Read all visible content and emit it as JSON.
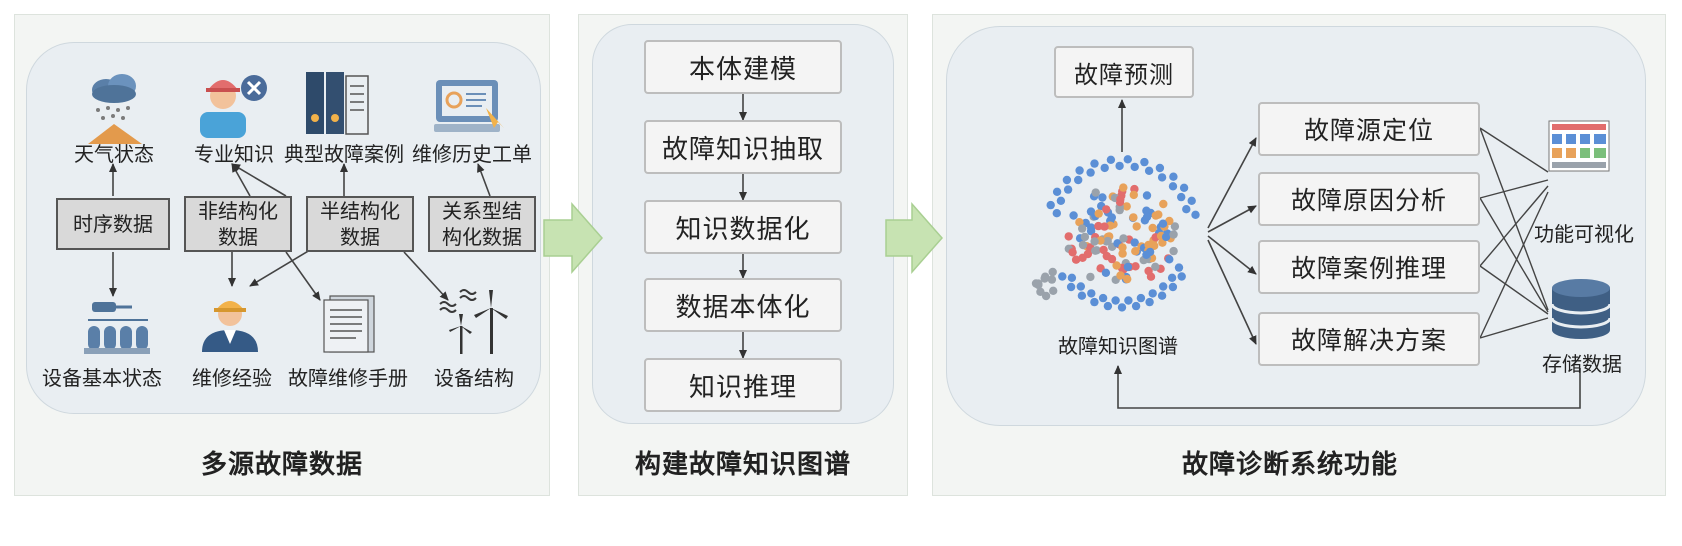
{
  "colors": {
    "panel_bg": "#f3f5f3",
    "rounded_bg": "#e9eef2",
    "gray_box": "#d9d9d9",
    "arrow_green": "#c7e3b2",
    "node_blue": "#5b8fd6",
    "node_orange": "#e8a25a",
    "node_red": "#e26d6d",
    "node_gray": "#9aa2ab"
  },
  "panel1": {
    "title": "多源故障数据",
    "top_labels": [
      "天气状态",
      "专业知识",
      "典型故障案例",
      "维修历史工单"
    ],
    "boxes": [
      "时序数据",
      "非结构化\n数据",
      "半结构化\n数据",
      "关系型结\n构化数据"
    ],
    "bottom_labels": [
      "设备基本状态",
      "维修经验",
      "故障维修手册",
      "设备结构"
    ],
    "icons": [
      "weather-icon",
      "engineer-icon",
      "binders-icon",
      "work-order-icon",
      "equipment-icon",
      "worker-icon",
      "manual-icon",
      "wind-turbine-icon"
    ]
  },
  "panel2": {
    "title": "构建故障知识图谱",
    "steps": [
      "本体建模",
      "故障知识抽取",
      "知识数据化",
      "数据本体化",
      "知识推理"
    ]
  },
  "panel3": {
    "title": "故障诊断系统功能",
    "prediction": "故障预测",
    "graph_label": "故障知识图谱",
    "functions": [
      "故障源定位",
      "故障原因分析",
      "故障案例推理",
      "故障解决方案"
    ],
    "visual_label": "功能可视化",
    "storage_label": "存储数据"
  }
}
